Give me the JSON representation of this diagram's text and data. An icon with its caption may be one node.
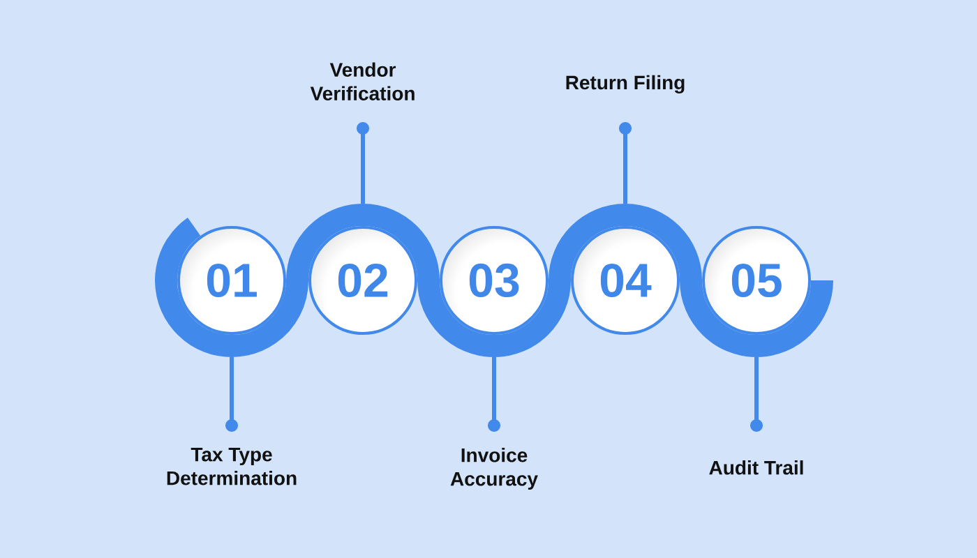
{
  "diagram": {
    "nodes": [
      {
        "text": [
          "01"
        ]
      },
      {
        "text": [
          "02"
        ]
      },
      {
        "text": [
          "03"
        ]
      },
      {
        "text": [
          "04"
        ]
      },
      {
        "text": [
          "05"
        ]
      },
      {
        "text": [
          "Tax Type Determination"
        ]
      },
      {
        "text": [
          "Vendor Verification"
        ]
      },
      {
        "text": [
          "Invoice Accuracy"
        ]
      },
      {
        "text": [
          "Return Filing"
        ]
      },
      {
        "text": [
          "Audit Trail"
        ]
      }
    ],
    "edges": [
      {
        "from": 5,
        "to": 0,
        "arrow": "other"
      },
      {
        "from": 6,
        "to": 1,
        "arrow": "other"
      },
      {
        "from": 7,
        "to": 2,
        "arrow": "other"
      },
      {
        "from": 8,
        "to": 3,
        "arrow": "other"
      },
      {
        "from": 9,
        "to": 4,
        "arrow": "other"
      }
    ]
  }
}
